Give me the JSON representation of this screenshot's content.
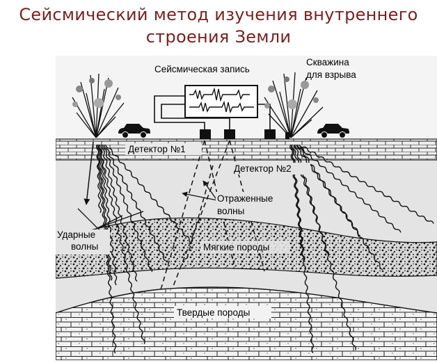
{
  "title": {
    "line1": "Сейсмический метод изучения внутреннего",
    "line2": "строения Земли"
  },
  "labels": {
    "seismic_record": "Сейсмическая запись",
    "borehole_line1": "Скважина",
    "borehole_line2": "для взрыва",
    "detector1": "Детектор №1",
    "detector2": "Детектор №2",
    "reflected_line1": "Отраженные",
    "reflected_line2": "волны",
    "shock_line1": "Ударные",
    "shock_line2": "волны",
    "soft_rocks": "Мягкие породы",
    "hard_rocks": "Твердые породы"
  },
  "colors": {
    "title": "#7a1f1f",
    "background_panel": "#e4e4e4",
    "ink": "#111111"
  },
  "icons": [
    "explosion-icon",
    "car-icon",
    "detector-icon",
    "seismograph-icon"
  ]
}
